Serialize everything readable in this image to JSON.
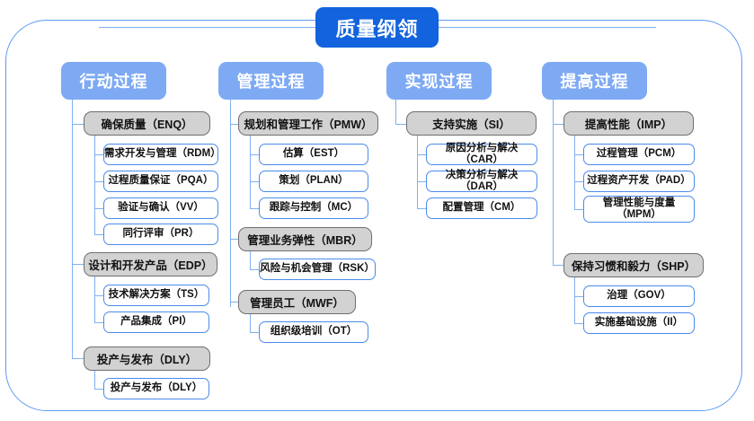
{
  "root": {
    "title": "质量纲领",
    "color": "#1263dd"
  },
  "frame": {
    "border_color": "#5b9bf3"
  },
  "palette": {
    "column_header_bg": "#7eaaf4",
    "group_bg": "#d2d2d2",
    "group_border": "#6f6f6f",
    "leaf_border": "#4a8bec",
    "connector": "#7fb0f2"
  },
  "columns": [
    {
      "id": "action",
      "header": "行动过程",
      "groups": [
        {
          "label": "确保质量（ENQ）",
          "children": [
            "需求开发与管理（RDM）",
            "过程质量保证（PQA）",
            "验证与确认（VV）",
            "同行评审（PR）"
          ]
        },
        {
          "label": "设计和开发产品（EDP）",
          "children": [
            "技术解决方案（TS）",
            "产品集成（PI）"
          ]
        },
        {
          "label": "投产与发布（DLY）",
          "children": [
            "投产与发布（DLY）"
          ]
        }
      ]
    },
    {
      "id": "manage",
      "header": "管理过程",
      "groups": [
        {
          "label": "规划和管理工作（PMW）",
          "children": [
            "估算（EST）",
            "策划（PLAN）",
            "跟踪与控制（MC）"
          ]
        },
        {
          "label": "管理业务弹性（MBR）",
          "children": [
            "风险与机会管理（RSK）"
          ]
        },
        {
          "label": "管理员工（MWF）",
          "children": [
            "组织级培训（OT）"
          ]
        }
      ]
    },
    {
      "id": "implement",
      "header": "实现过程",
      "groups": [
        {
          "label": "支持实施（SI）",
          "children": [
            "原因分析与解决（CAR）",
            "决策分析与解决（DAR）",
            "配置管理（CM）"
          ]
        }
      ]
    },
    {
      "id": "improve",
      "header": "提高过程",
      "groups": [
        {
          "label": "提高性能（IMP）",
          "children": [
            "过程管理（PCM）",
            "过程资产开发（PAD）",
            "管理性能与度量（MPM）"
          ]
        },
        {
          "label": "保持习惯和毅力（SHP）",
          "children": [
            "治理（GOV）",
            "实施基础设施（II）"
          ]
        }
      ]
    }
  ]
}
